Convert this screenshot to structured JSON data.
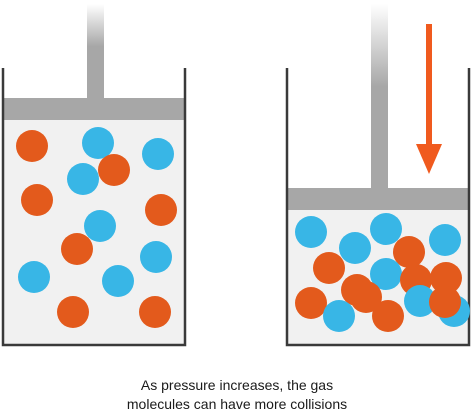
{
  "colors": {
    "orange": "#e35a1c",
    "blue": "#38b6e6",
    "piston": "#a7a7a7",
    "container_fill": "#f1f1f1",
    "wall": "#3a3a3a",
    "arrow": "#f05a1e"
  },
  "caption": {
    "line1": "As pressure increases, the gas",
    "line2": "molecules can have more collisions"
  },
  "containers": [
    {
      "name": "low-pressure",
      "molecules": [
        {
          "color": "orange"
        },
        {
          "color": "blue"
        },
        {
          "color": "blue"
        },
        {
          "color": "blue"
        },
        {
          "color": "orange"
        },
        {
          "color": "orange"
        },
        {
          "color": "orange"
        },
        {
          "color": "blue"
        },
        {
          "color": "orange"
        },
        {
          "color": "blue"
        },
        {
          "color": "blue"
        },
        {
          "color": "blue"
        },
        {
          "color": "orange"
        },
        {
          "color": "orange"
        }
      ]
    },
    {
      "name": "high-pressure",
      "arrow_icon": "down-arrow-icon",
      "molecules": [
        {
          "color": "blue"
        },
        {
          "color": "blue"
        },
        {
          "color": "blue"
        },
        {
          "color": "blue"
        },
        {
          "color": "orange"
        },
        {
          "color": "orange"
        },
        {
          "color": "orange"
        },
        {
          "color": "blue"
        },
        {
          "color": "orange"
        },
        {
          "color": "orange"
        },
        {
          "color": "orange"
        },
        {
          "color": "blue"
        },
        {
          "color": "orange"
        },
        {
          "color": "blue"
        },
        {
          "color": "blue"
        },
        {
          "color": "orange"
        },
        {
          "color": "orange"
        }
      ]
    }
  ]
}
